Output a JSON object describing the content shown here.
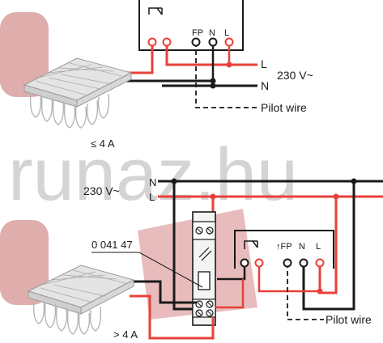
{
  "watermark": {
    "text": "runaz.hu"
  },
  "top_diagram": {
    "terminal_labels": [
      "FP",
      "N",
      "L"
    ],
    "line_l": "L",
    "line_n": "N",
    "voltage": "230 V~",
    "pilot_wire": "Pilot wire",
    "current_note": "≤ 4 A"
  },
  "bottom_diagram": {
    "voltage": "230 V~",
    "line_n": "N",
    "line_l": "L",
    "part_number": "0 041 47",
    "terminal_fp": "↑FP",
    "terminal_n": "N",
    "terminal_l": "L",
    "pilot_wire": "Pilot wire",
    "current_note": "> 4 A"
  },
  "colors": {
    "live": "#e8403a",
    "neutral": "#1a1a1a",
    "watermark_text": "#d4d4d4",
    "watermark_shape": "#c76a6a"
  }
}
